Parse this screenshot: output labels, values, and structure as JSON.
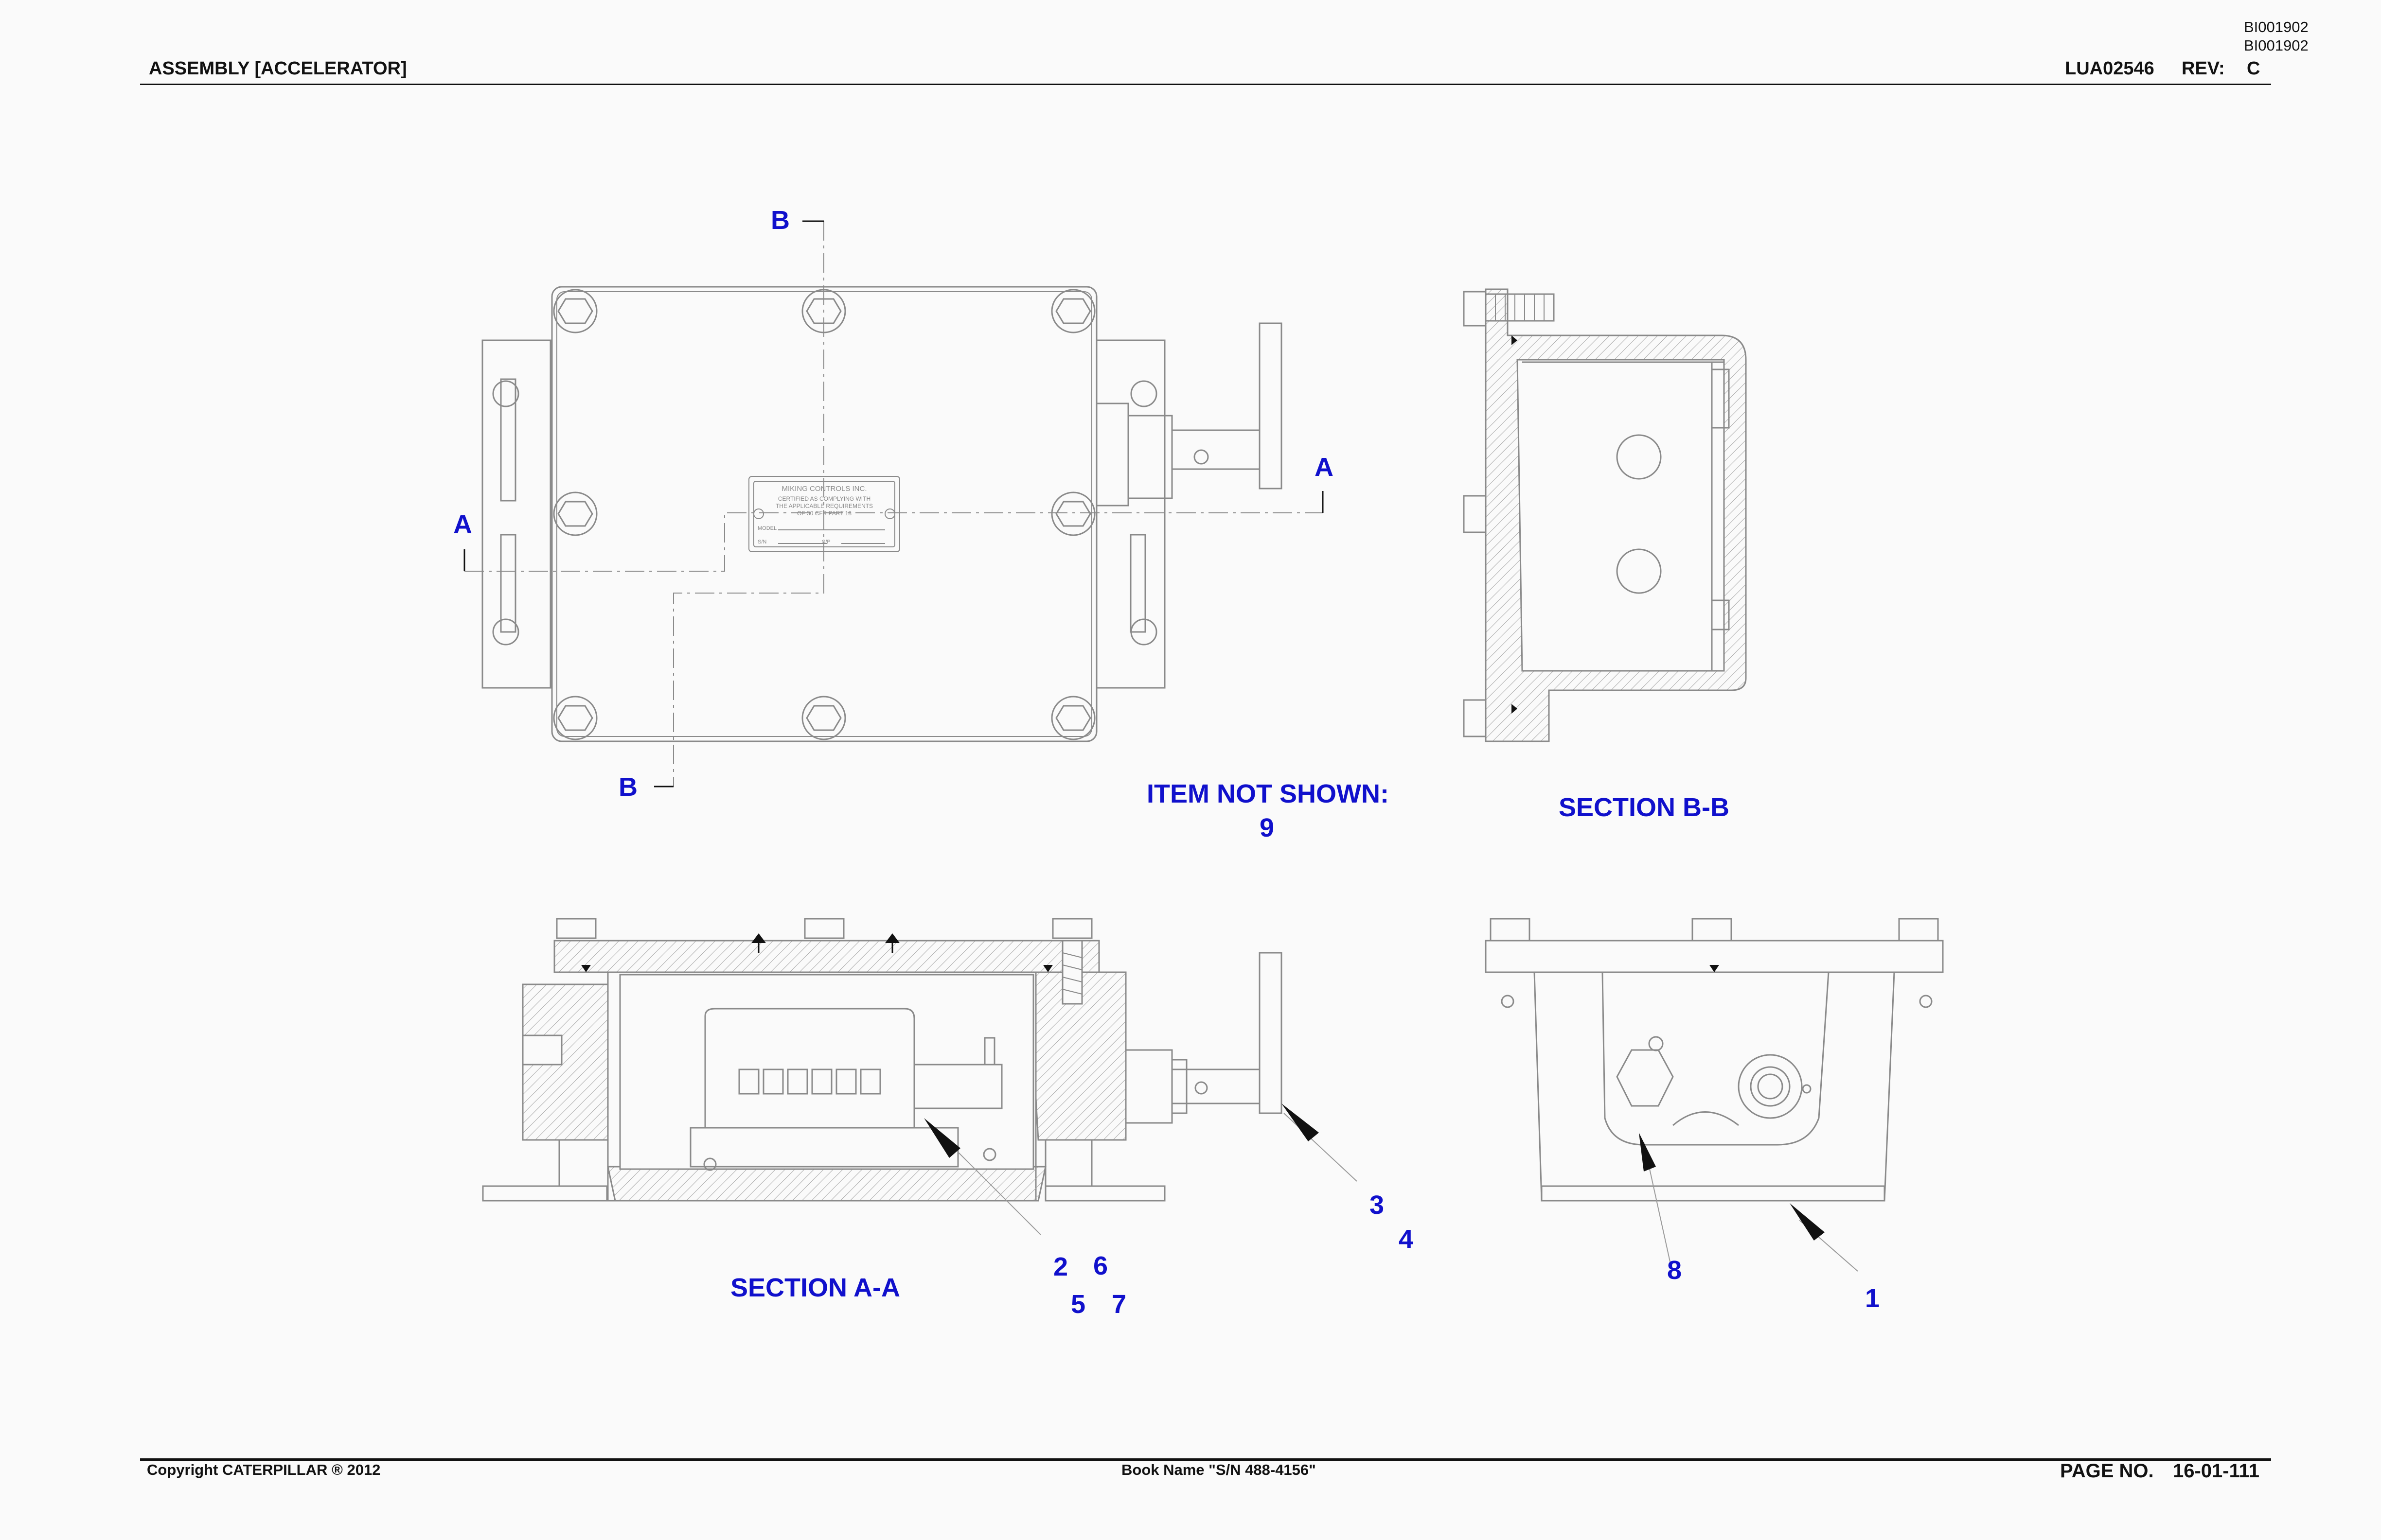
{
  "header": {
    "title": "ASSEMBLY [ACCELERATOR]",
    "part_number": "LUA02546",
    "rev_label": "REV:",
    "rev_value": "C",
    "ids": [
      "BI001902",
      "BI001902"
    ]
  },
  "footer": {
    "copyright": "Copyright CATERPILLAR ® 2012",
    "book_name": "Book Name \"S/N 488-4156\"",
    "page_label": "PAGE NO.",
    "page_value": "16-01-111"
  },
  "nameplate": {
    "lines": [
      "MIKING CONTROLS INC.",
      "CERTIFIED AS COMPLYING WITH",
      "THE APPLICABLE REQUIREMENTS",
      "OF 30 CFR PART 18"
    ],
    "model": "MODEL",
    "sn": "S/N",
    "sp": "S/P"
  },
  "section_markers": {
    "b_top": "B",
    "b_bottom": "B",
    "a_left": "A",
    "a_right": "A"
  },
  "titles": {
    "section_bb": "SECTION B-B",
    "section_aa": "SECTION A-A",
    "item_not_shown": "ITEM NOT SHOWN:",
    "item_not_shown_value": "9"
  },
  "callouts": {
    "c1": "1",
    "c2": "2",
    "c3": "3",
    "c4": "4",
    "c5": "5",
    "c6": "6",
    "c7": "7",
    "c8": "8"
  },
  "colors": {
    "callout": "#1010cc",
    "line": "#8a8a8a",
    "text": "#111111"
  }
}
